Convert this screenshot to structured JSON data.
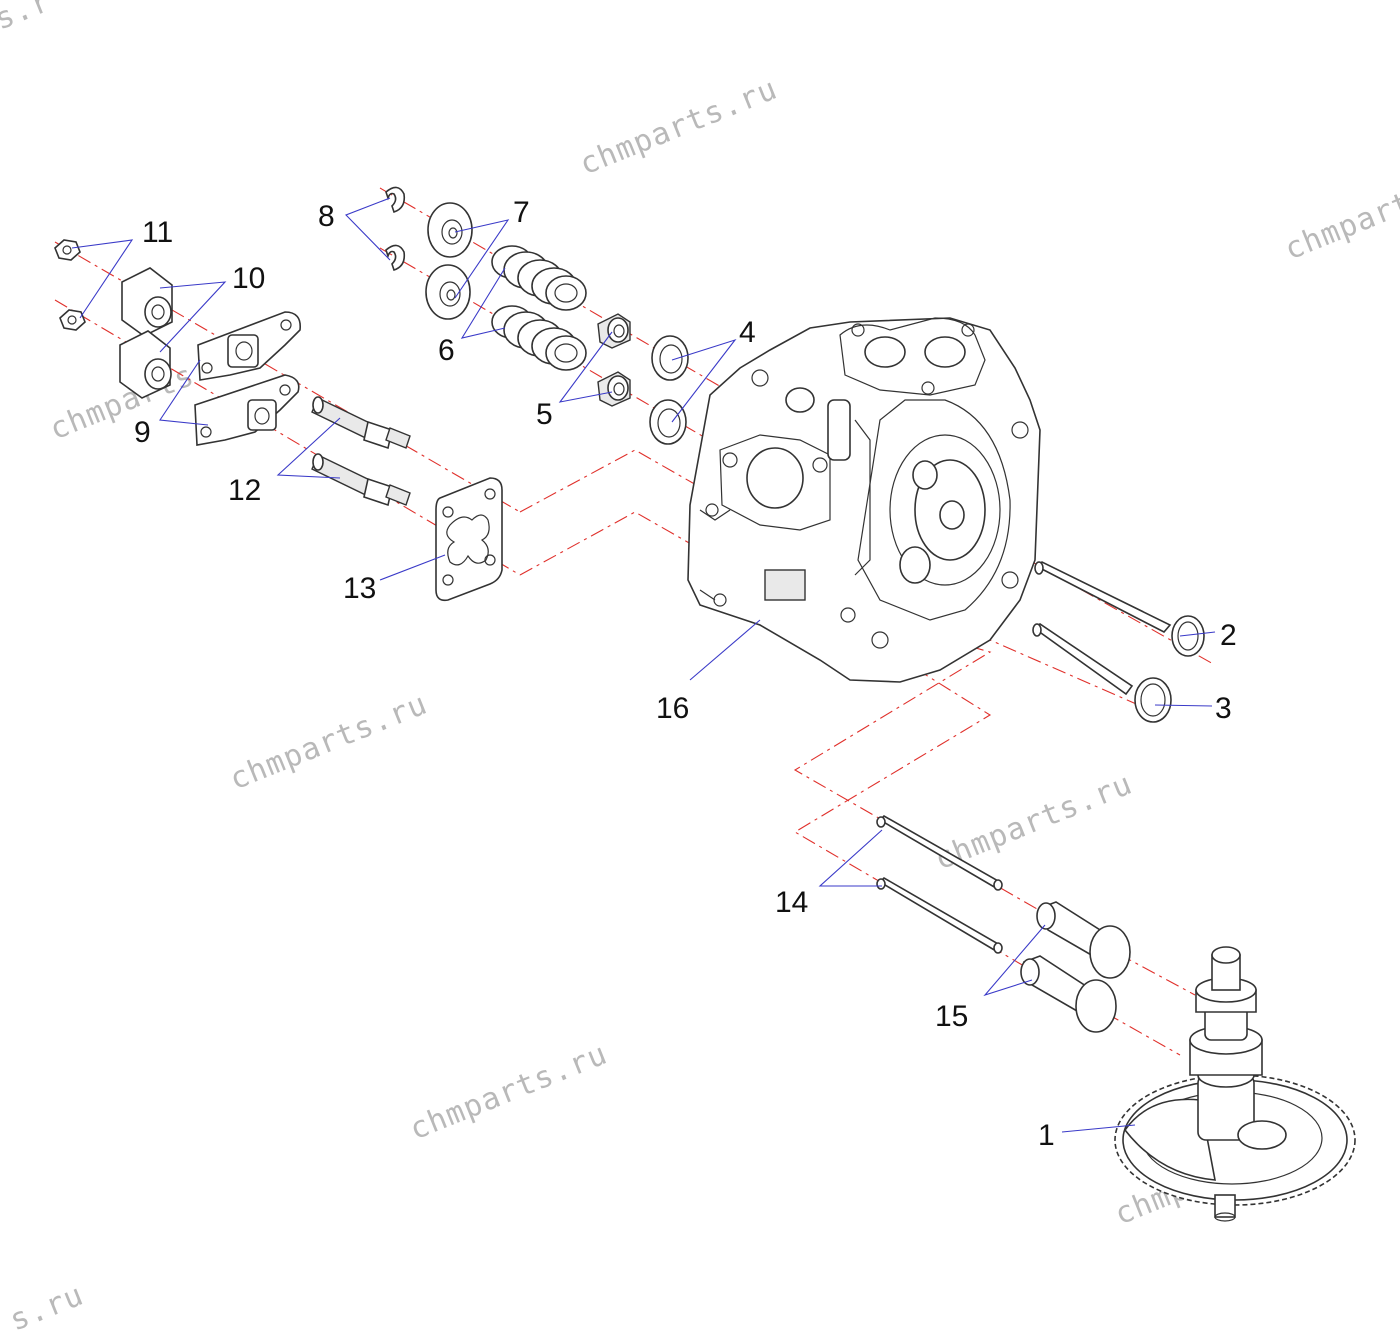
{
  "watermark": "chmparts.ru",
  "watermark_partial_top": "s.r",
  "watermark_partial_bottom": "s.ru",
  "callouts": [
    {
      "id": "1",
      "label": "1"
    },
    {
      "id": "2",
      "label": "2"
    },
    {
      "id": "3",
      "label": "3"
    },
    {
      "id": "4",
      "label": "4"
    },
    {
      "id": "5",
      "label": "5"
    },
    {
      "id": "6",
      "label": "6"
    },
    {
      "id": "7",
      "label": "7"
    },
    {
      "id": "8",
      "label": "8"
    },
    {
      "id": "9",
      "label": "9"
    },
    {
      "id": "10",
      "label": "10"
    },
    {
      "id": "11",
      "label": "11"
    },
    {
      "id": "12",
      "label": "12"
    },
    {
      "id": "13",
      "label": "13"
    },
    {
      "id": "14",
      "label": "14"
    },
    {
      "id": "15",
      "label": "15"
    },
    {
      "id": "16",
      "label": "16"
    }
  ],
  "colors": {
    "outline": "#333333",
    "centerline": "#e0302b",
    "leader": "#3a3ac8",
    "watermark": "#b9b9b9"
  }
}
